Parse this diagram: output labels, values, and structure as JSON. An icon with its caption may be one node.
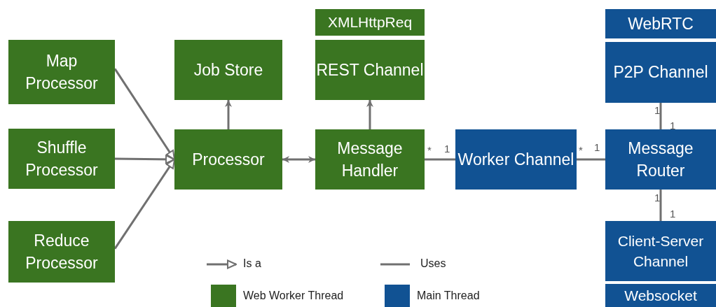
{
  "diagram": {
    "nodes": [
      {
        "text": [
          "Map Processor"
        ]
      },
      {
        "text": [
          "Shuffle Processor"
        ]
      },
      {
        "text": [
          "Reduce Processor"
        ]
      },
      {
        "text": [
          "Job Store"
        ]
      },
      {
        "text": [
          "XMLHttpReq"
        ]
      },
      {
        "text": [
          "REST Channel"
        ]
      },
      {
        "text": [
          "Processor"
        ]
      },
      {
        "text": [
          "Message Handler"
        ]
      },
      {
        "text": [
          "Worker Channel"
        ]
      },
      {
        "text": [
          "WebRTC"
        ]
      },
      {
        "text": [
          "P2P Channel"
        ]
      },
      {
        "text": [
          "Message Router"
        ]
      },
      {
        "text": [
          "Client-Server Channel"
        ]
      },
      {
        "text": [
          "Websocket"
        ]
      }
    ],
    "edges": [
      {
        "from": 0,
        "to": 6,
        "arrow": "to"
      },
      {
        "from": 1,
        "to": 6,
        "arrow": "to"
      },
      {
        "from": 2,
        "to": 6,
        "arrow": "to"
      },
      {
        "from": 6,
        "to": 3,
        "arrow": "to"
      },
      {
        "from": 6,
        "to": 7,
        "arrow": "both"
      },
      {
        "from": 7,
        "to": 5,
        "arrow": "to"
      },
      {
        "from": 7,
        "to": 8,
        "arrow": "none"
      },
      {
        "from": 8,
        "to": 11,
        "arrow": "none"
      },
      {
        "from": 10,
        "to": 11,
        "arrow": "none"
      },
      {
        "from": 11,
        "to": 12,
        "arrow": "none"
      }
    ],
    "labels": [
      "*",
      "1",
      "*",
      "1",
      "1",
      "1",
      "1",
      "1"
    ],
    "legend": [
      {
        "text": "Is a"
      },
      {
        "text": "Uses"
      },
      {
        "text": "Web Worker Thread",
        "color": "#3a7521"
      },
      {
        "text": "Main Thread",
        "color": "#115293"
      }
    ]
  }
}
